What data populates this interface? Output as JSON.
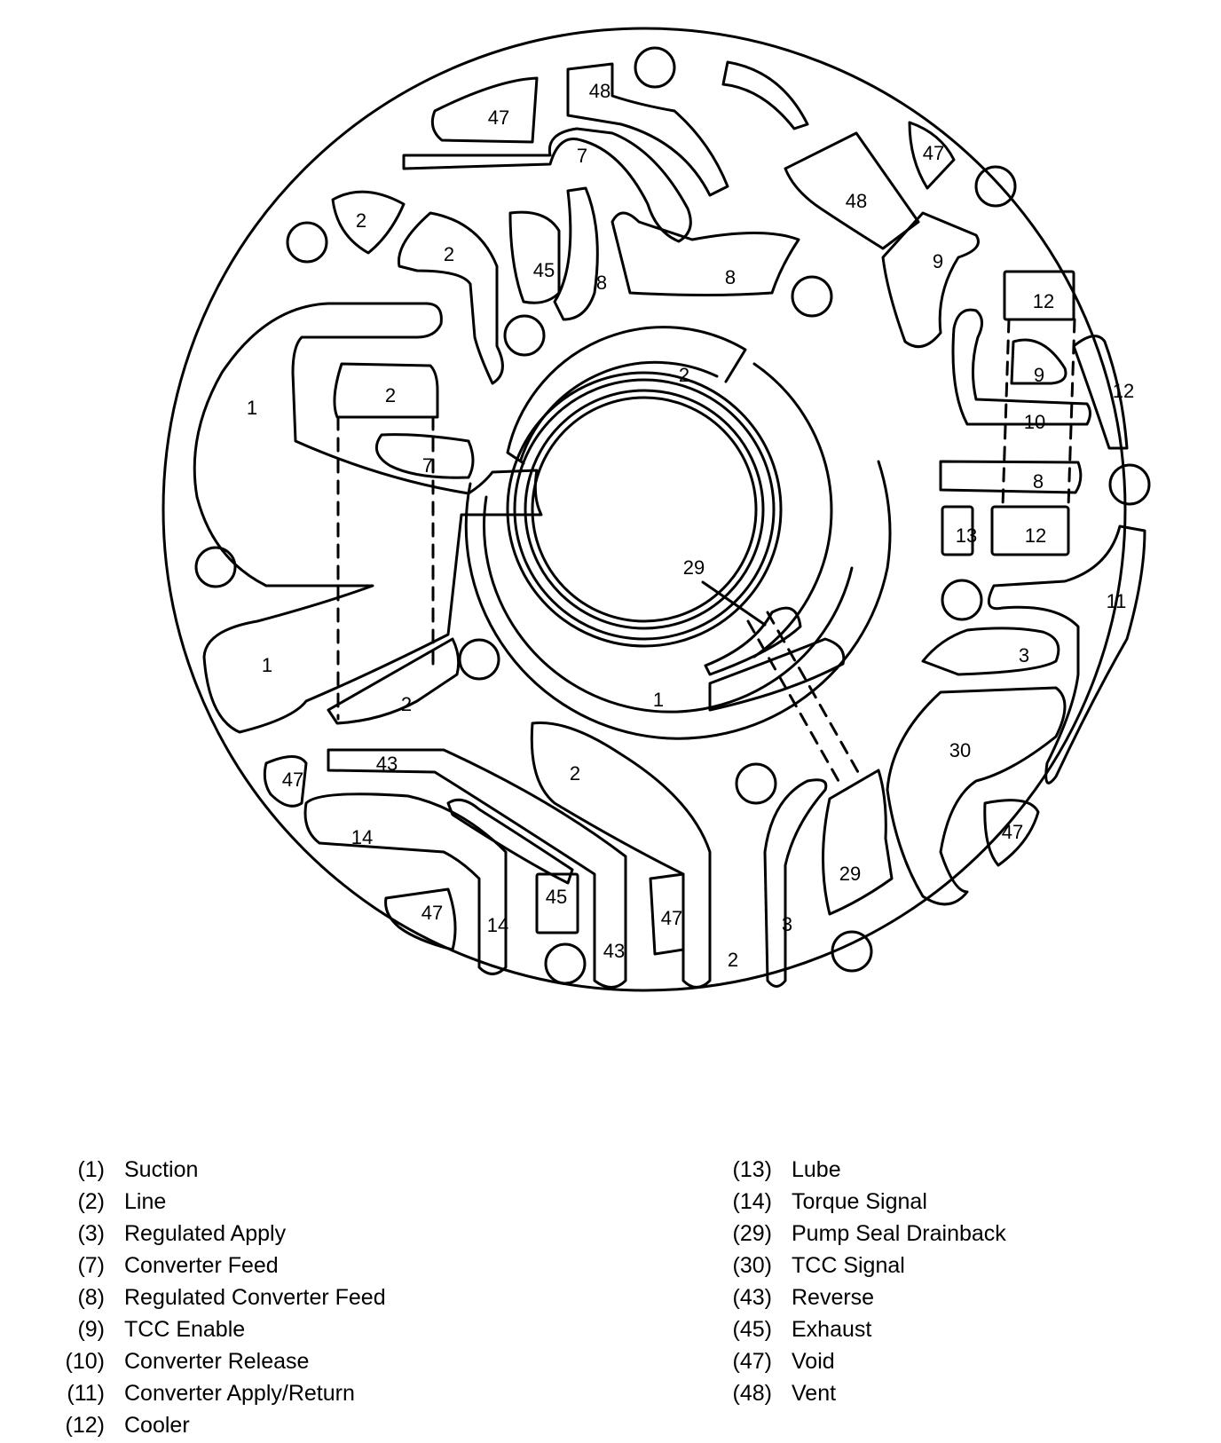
{
  "diagram": {
    "labels": {
      "p48a": "48",
      "p47a": "47",
      "p7a": "7",
      "p47b": "47",
      "p48b": "48",
      "p2a": "2",
      "p2b": "2",
      "p45a": "45",
      "p8a": "8",
      "p8b": "8",
      "p9a": "9",
      "p12a": "12",
      "p9b": "9",
      "p12b": "12",
      "p10": "10",
      "p1a": "1",
      "p2c": "2",
      "p2d": "2",
      "p7b": "7",
      "p8c": "8",
      "p13": "13",
      "p12c": "12",
      "p29a": "29",
      "p11": "11",
      "p1b": "1",
      "p3a": "3",
      "p2e": "2",
      "p1c": "1",
      "p30": "30",
      "p47c": "47",
      "p43a": "43",
      "p2f": "2",
      "p29b": "29",
      "p47d": "47",
      "p14a": "14",
      "p45b": "45",
      "p47e": "47",
      "p14b": "14",
      "p43b": "43",
      "p47f": "47",
      "p2g": "2",
      "p3b": "3"
    }
  },
  "legend": {
    "left": [
      {
        "num": "(1)",
        "name": "Suction"
      },
      {
        "num": "(2)",
        "name": "Line"
      },
      {
        "num": "(3)",
        "name": "Regulated Apply"
      },
      {
        "num": "(7)",
        "name": "Converter Feed"
      },
      {
        "num": "(8)",
        "name": "Regulated Converter Feed"
      },
      {
        "num": "(9)",
        "name": "TCC Enable"
      },
      {
        "num": "(10)",
        "name": "Converter Release"
      },
      {
        "num": "(11)",
        "name": "Converter Apply/Return"
      },
      {
        "num": "(12)",
        "name": "Cooler"
      }
    ],
    "right": [
      {
        "num": "(13)",
        "name": "Lube"
      },
      {
        "num": "(14)",
        "name": "Torque Signal"
      },
      {
        "num": "(29)",
        "name": "Pump Seal Drainback"
      },
      {
        "num": "(30)",
        "name": "TCC Signal"
      },
      {
        "num": "(43)",
        "name": "Reverse"
      },
      {
        "num": "(45)",
        "name": "Exhaust"
      },
      {
        "num": "(47)",
        "name": "Void"
      },
      {
        "num": "(48)",
        "name": "Vent"
      }
    ]
  }
}
